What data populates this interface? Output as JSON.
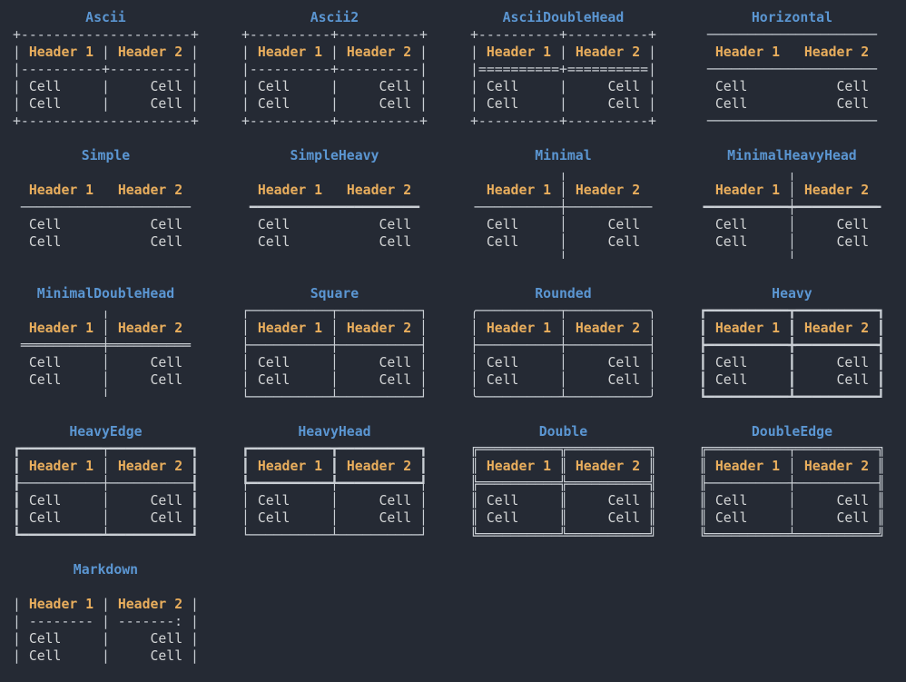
{
  "colors": {
    "background": "#252a34",
    "title": "#5b96d2",
    "header": "#e9ae5d",
    "cell": "#d3d5d6",
    "border": "#c9ced4"
  },
  "grid": {
    "columns": 4
  },
  "table_content": {
    "headers": [
      "Header 1",
      "Header 2"
    ],
    "rows": [
      [
        "Cell",
        "Cell"
      ],
      [
        "Cell",
        "Cell"
      ]
    ]
  },
  "tables": [
    {
      "name": "Ascii",
      "lines": [
        "+---------------------+",
        "| Header 1 | Header 2 |",
        "|----------+----------|",
        "| Cell     |     Cell |",
        "| Cell     |     Cell |",
        "+---------------------+"
      ]
    },
    {
      "name": "Ascii2",
      "lines": [
        "+----------+----------+",
        "| Header 1 | Header 2 |",
        "|----------+----------|",
        "| Cell     |     Cell |",
        "| Cell     |     Cell |",
        "+----------+----------+"
      ]
    },
    {
      "name": "AsciiDoubleHead",
      "lines": [
        "+----------+----------+",
        "| Header 1 | Header 2 |",
        "|==========+==========|",
        "| Cell     |     Cell |",
        "| Cell     |     Cell |",
        "+----------+----------+"
      ]
    },
    {
      "name": "Horizontal",
      "lines": [
        " ───────────────────── ",
        "  Header 1   Header 2  ",
        " ───────────────────── ",
        "  Cell           Cell  ",
        "  Cell           Cell  ",
        " ───────────────────── "
      ]
    },
    {
      "name": "Simple",
      "lines": [
        "",
        "  Header 1   Header 2  ",
        " ───────────────────── ",
        "  Cell           Cell  ",
        "  Cell           Cell  ",
        ""
      ]
    },
    {
      "name": "SimpleHeavy",
      "lines": [
        "",
        "  Header 1   Header 2  ",
        " ━━━━━━━━━━━━━━━━━━━━━ ",
        "  Cell           Cell  ",
        "  Cell           Cell  ",
        ""
      ]
    },
    {
      "name": "Minimal",
      "lines": [
        "           ╷           ",
        "  Header 1 │ Header 2  ",
        "╶──────────┼──────────╴",
        "  Cell     │     Cell  ",
        "  Cell     │     Cell  ",
        "           ╵           "
      ]
    },
    {
      "name": "MinimalHeavyHead",
      "lines": [
        "           ╷           ",
        "  Header 1 │ Header 2  ",
        "╺━━━━━━━━━━┿━━━━━━━━━━╸",
        "  Cell     │     Cell  ",
        "  Cell     │     Cell  ",
        "           ╵           "
      ]
    },
    {
      "name": "MinimalDoubleHead",
      "lines": [
        "           ╷           ",
        "  Header 1 │ Header 2  ",
        " ══════════╪══════════ ",
        "  Cell     │     Cell  ",
        "  Cell     │     Cell  ",
        "           ╵           "
      ]
    },
    {
      "name": "Square",
      "lines": [
        "┌──────────┬──────────┐",
        "│ Header 1 │ Header 2 │",
        "├──────────┼──────────┤",
        "│ Cell     │     Cell │",
        "│ Cell     │     Cell │",
        "└──────────┴──────────┘"
      ]
    },
    {
      "name": "Rounded",
      "lines": [
        "╭──────────┬──────────╮",
        "│ Header 1 │ Header 2 │",
        "├──────────┼──────────┤",
        "│ Cell     │     Cell │",
        "│ Cell     │     Cell │",
        "╰──────────┴──────────╯"
      ]
    },
    {
      "name": "Heavy",
      "lines": [
        "┏━━━━━━━━━━┳━━━━━━━━━━┓",
        "┃ Header 1 ┃ Header 2 ┃",
        "┣━━━━━━━━━━╋━━━━━━━━━━┫",
        "┃ Cell     ┃     Cell ┃",
        "┃ Cell     ┃     Cell ┃",
        "┗━━━━━━━━━━┻━━━━━━━━━━┛"
      ]
    },
    {
      "name": "HeavyEdge",
      "lines": [
        "┏━━━━━━━━━━┯━━━━━━━━━━┓",
        "┃ Header 1 │ Header 2 ┃",
        "┠──────────┼──────────┨",
        "┃ Cell     │     Cell ┃",
        "┃ Cell     │     Cell ┃",
        "┗━━━━━━━━━━┷━━━━━━━━━━┛"
      ]
    },
    {
      "name": "HeavyHead",
      "lines": [
        "┏━━━━━━━━━━┳━━━━━━━━━━┓",
        "┃ Header 1 ┃ Header 2 ┃",
        "┡━━━━━━━━━━╇━━━━━━━━━━┩",
        "│ Cell     │     Cell │",
        "│ Cell     │     Cell │",
        "└──────────┴──────────┘"
      ]
    },
    {
      "name": "Double",
      "lines": [
        "╔══════════╦══════════╗",
        "║ Header 1 ║ Header 2 ║",
        "╠══════════╬══════════╣",
        "║ Cell     ║     Cell ║",
        "║ Cell     ║     Cell ║",
        "╚══════════╩══════════╝"
      ]
    },
    {
      "name": "DoubleEdge",
      "lines": [
        "╔══════════╤══════════╗",
        "║ Header 1 │ Header 2 ║",
        "╟──────────┼──────────╢",
        "║ Cell     │     Cell ║",
        "║ Cell     │     Cell ║",
        "╚══════════╧══════════╝"
      ]
    },
    {
      "name": "Markdown",
      "lines": [
        "",
        "| Header 1 | Header 2 |",
        "| -------- | -------: |",
        "| Cell     |     Cell |",
        "| Cell     |     Cell |",
        ""
      ]
    }
  ]
}
